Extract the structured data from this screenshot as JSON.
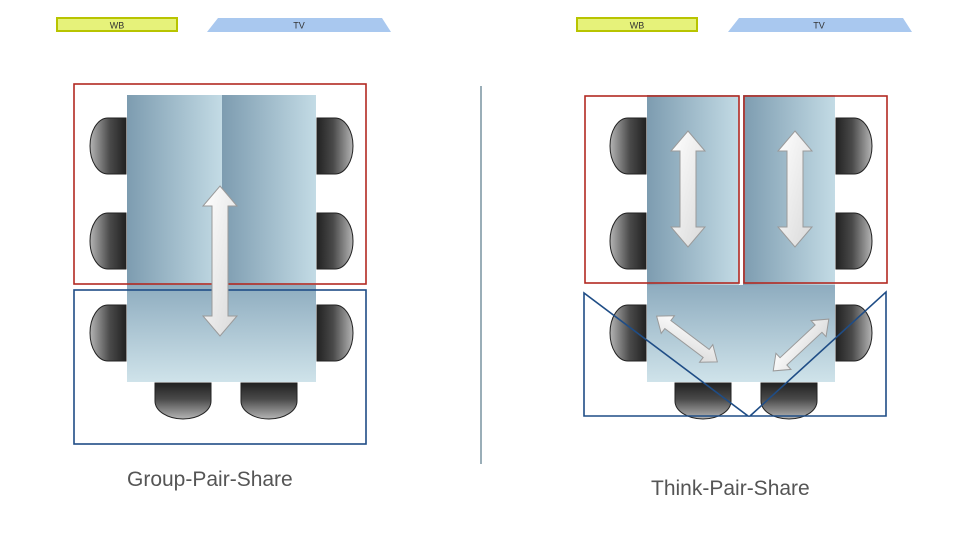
{
  "labels": {
    "whiteboard": "WB",
    "tv": "TV"
  },
  "layouts": [
    {
      "caption": "Group-Pair-Share"
    },
    {
      "caption": "Think-Pair-Share"
    }
  ],
  "colors": {
    "whiteboard": "#e6f27a",
    "whiteboard_border": "#b8c400",
    "tv": "#a9c8ef",
    "table_top": "#8fb0c2",
    "table_light": "#c5dde6",
    "group_box": "#b22a22",
    "pair_box": "#1f4d86",
    "divider": "#9aaeb8",
    "caption": "#555555"
  },
  "icons": {
    "chair": "chair-icon",
    "arrow": "double-arrow-icon"
  }
}
